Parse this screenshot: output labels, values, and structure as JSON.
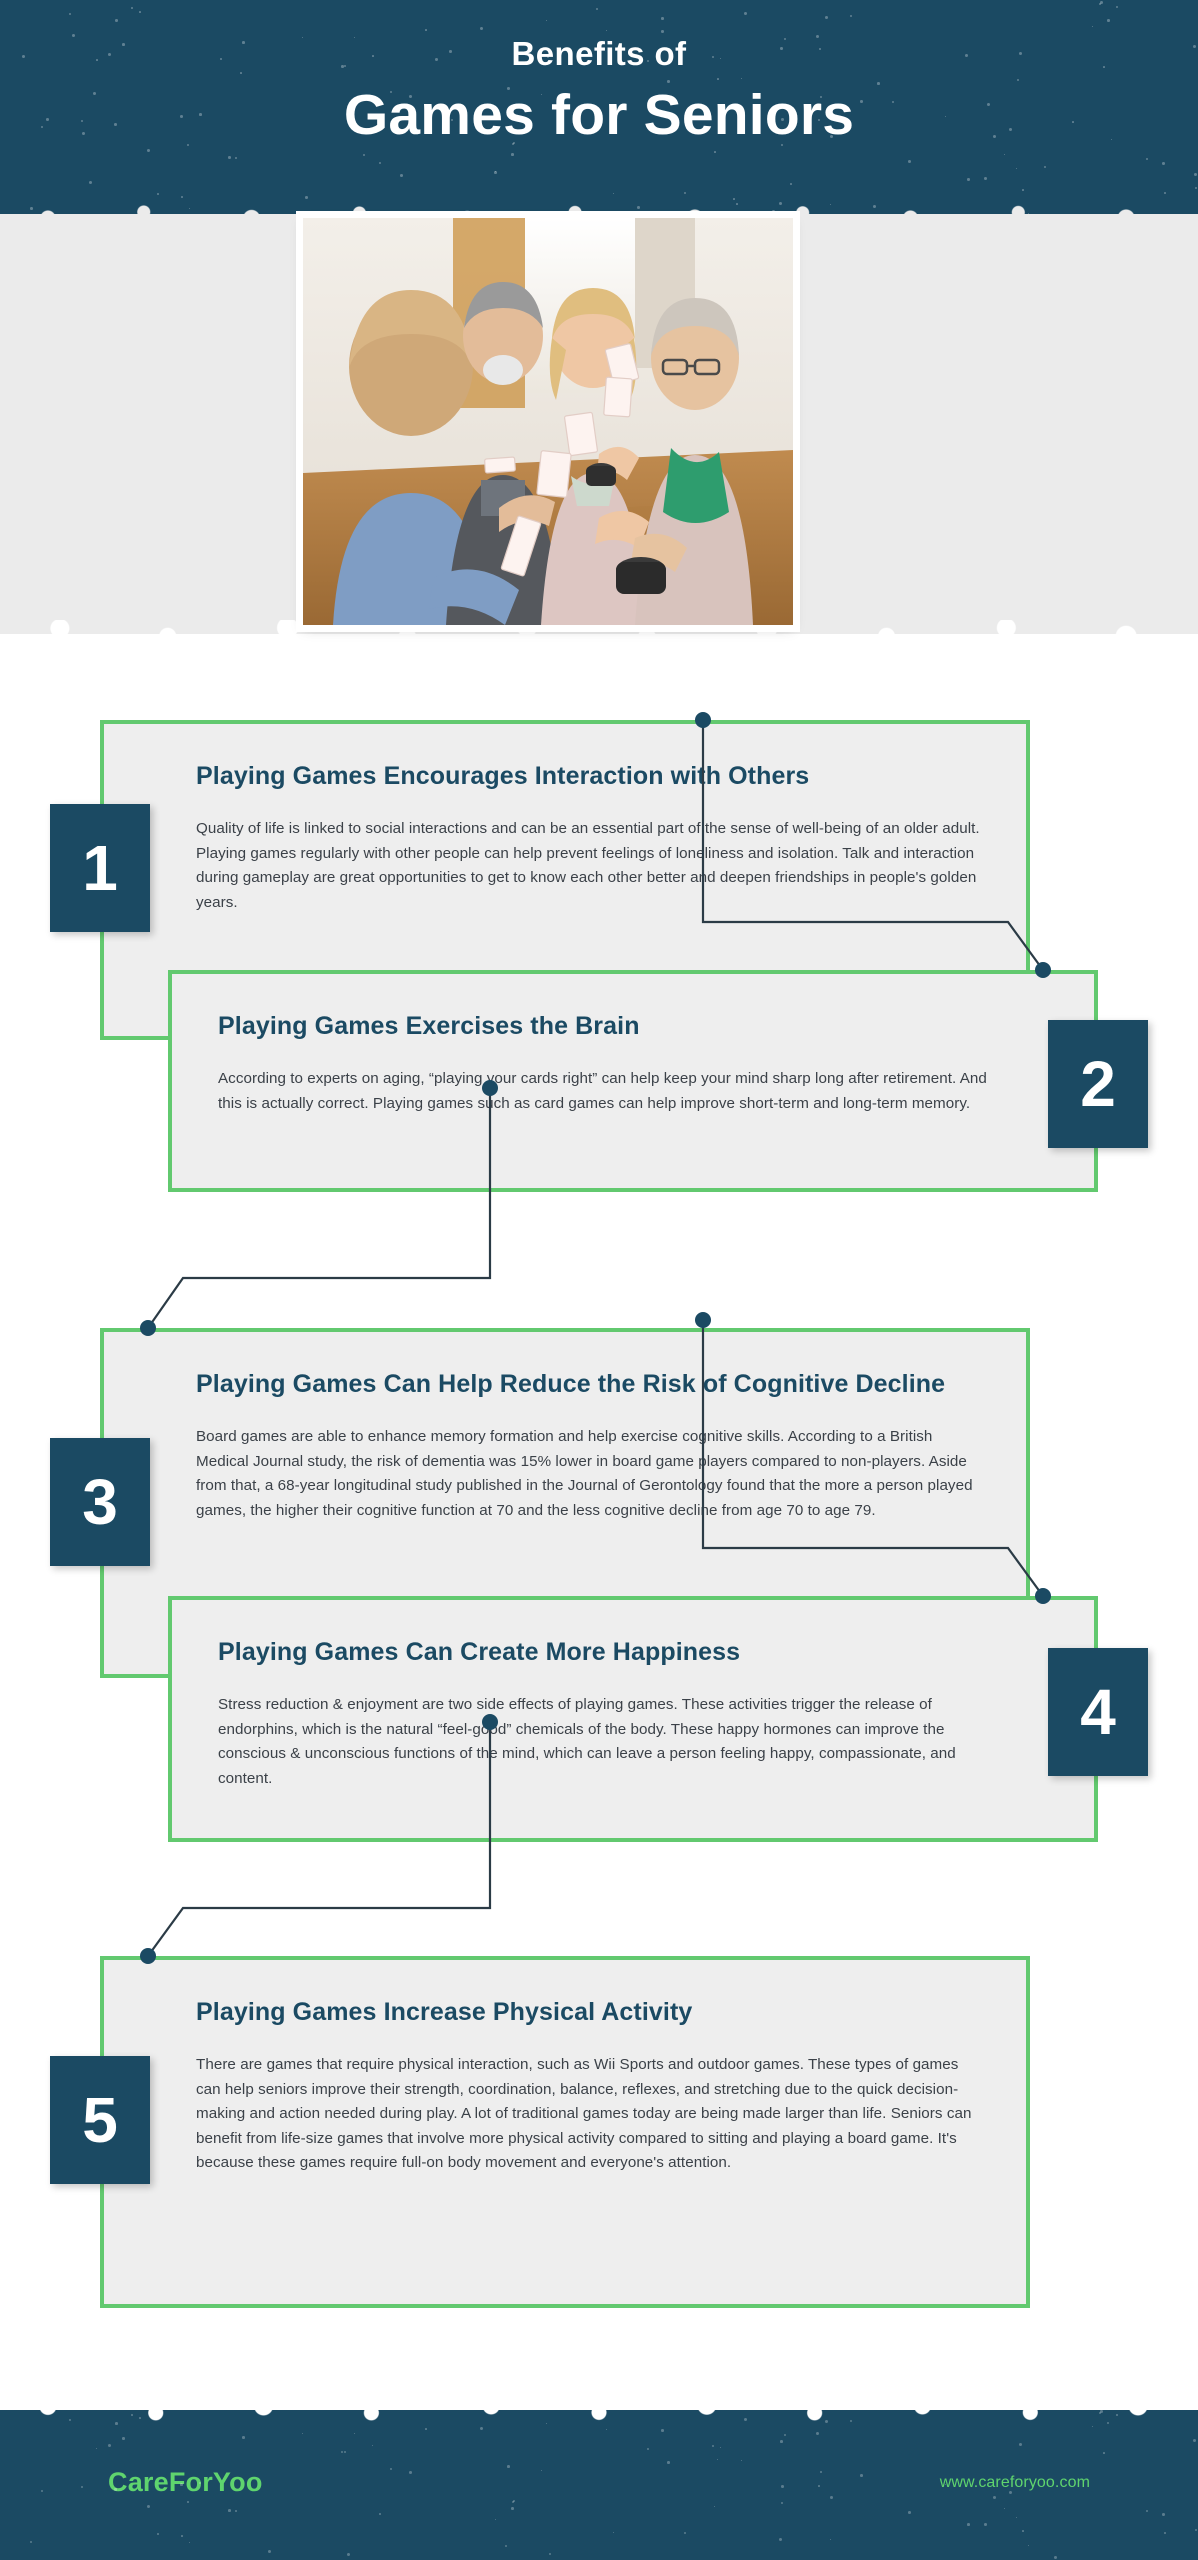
{
  "header": {
    "subtitle": "Benefits of",
    "title": "Games for Seniors",
    "bg_color": "#1b4a63"
  },
  "photo": {
    "alt": "Four senior adults seated around a wooden table playing cards and smiling"
  },
  "theme": {
    "dark_teal": "#1b4a63",
    "accent_green": "#62c96f",
    "footer_green": "#5fd46e",
    "card_bg": "#eeeeee",
    "body_text": "#3b4148"
  },
  "cards": [
    {
      "number": "1",
      "title": "Playing Games Encourages Interaction with Others",
      "body": "Quality of life is linked to social interactions and can be an essential part of the sense of well-being of an older adult. Playing games regularly with other people can help prevent feelings of loneliness and isolation. Talk and interaction during gameplay are great opportunities to get to know each other better and deepen friendships in people's golden years."
    },
    {
      "number": "2",
      "title": "Playing Games Exercises the Brain",
      "body": "According to experts on aging, “playing your cards right” can help keep your mind sharp long after retirement. And this is actually correct. Playing games such as card games can help improve short-term and long-term memory."
    },
    {
      "number": "3",
      "title": "Playing Games Can Help Reduce the Risk of Cognitive Decline",
      "body": "Board games are able to enhance memory formation and help exercise cognitive skills. According to a British Medical Journal study, the risk of dementia was 15% lower in board game players compared to non-players. Aside from that, a 68-year longitudinal study published in the Journal of Gerontology found that the more a person played games, the higher their cognitive function at 70 and the less cognitive decline from age 70 to age 79."
    },
    {
      "number": "4",
      "title": "Playing Games Can Create More Happiness",
      "body": "Stress reduction & enjoyment are two side effects of playing games. These activities trigger the release of endorphins, which is the natural “feel-good” chemicals of the body. These happy hormones can improve the conscious & unconscious functions of the mind, which can leave a person feeling happy, compassionate, and content."
    },
    {
      "number": "5",
      "title": "Playing Games Increase Physical Activity",
      "body": "There are games that require physical interaction, such as Wii Sports and outdoor games. These types of games can help seniors improve their strength, coordination, balance, reflexes, and stretching due to the quick decision-making and action needed during play. A lot of traditional games today are being made larger than life. Seniors can benefit from life-size games that involve more physical activity compared to sitting and playing a board game. It's because these games require full-on body movement and everyone's attention."
    }
  ],
  "footer": {
    "brand": "CareForYoo",
    "website": "www.careforyoo.com"
  }
}
